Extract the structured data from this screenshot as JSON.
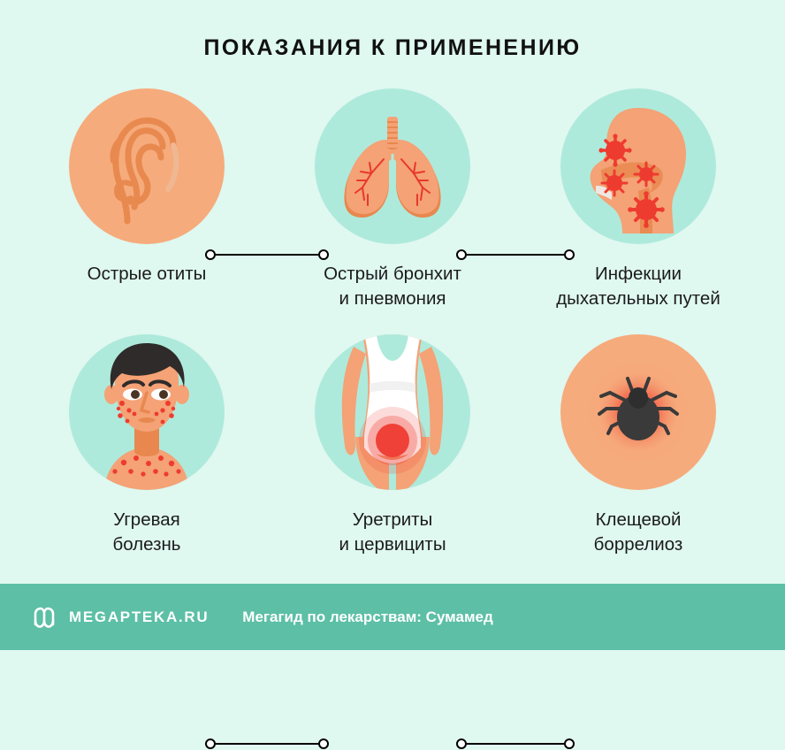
{
  "page": {
    "title": "ПОКАЗАНИЯ К ПРИМЕНЕНИЮ",
    "background_color": "#dff8f0"
  },
  "colors": {
    "background": "#dff8f0",
    "circle_teal": "#aeeadb",
    "circle_salmon": "#f6ab7c",
    "skin": "#f4a276",
    "skin_dark": "#e8884f",
    "red": "#ef3e36",
    "footer": "#5cbfa6",
    "text": "#1b1b1b",
    "connector": "#000000"
  },
  "items": [
    {
      "icon": "ear-icon",
      "circle": "salmon",
      "caption_lines": [
        "Острые отиты"
      ]
    },
    {
      "icon": "lungs-icon",
      "circle": "teal",
      "caption_lines": [
        "Острый бронхит",
        "и пневмония"
      ]
    },
    {
      "icon": "head-respiratory-infection-icon",
      "circle": "teal",
      "caption_lines": [
        "Инфекции",
        "дыхательных путей"
      ]
    },
    {
      "icon": "acne-face-icon",
      "circle": "teal",
      "caption_lines": [
        "Угревая",
        "болезнь"
      ]
    },
    {
      "icon": "female-torso-pelvic-pain-icon",
      "circle": "teal",
      "caption_lines": [
        "Уретриты",
        "и цервициты"
      ]
    },
    {
      "icon": "tick-bite-icon",
      "circle": "salmon",
      "caption_lines": [
        "Клещевой",
        "боррелиоз"
      ]
    }
  ],
  "footer": {
    "logo": "megapteka-m-logo-icon",
    "brand": "MEGAPTEKA.RU",
    "tagline": "Мегагид по лекарствам: Сумамед"
  }
}
